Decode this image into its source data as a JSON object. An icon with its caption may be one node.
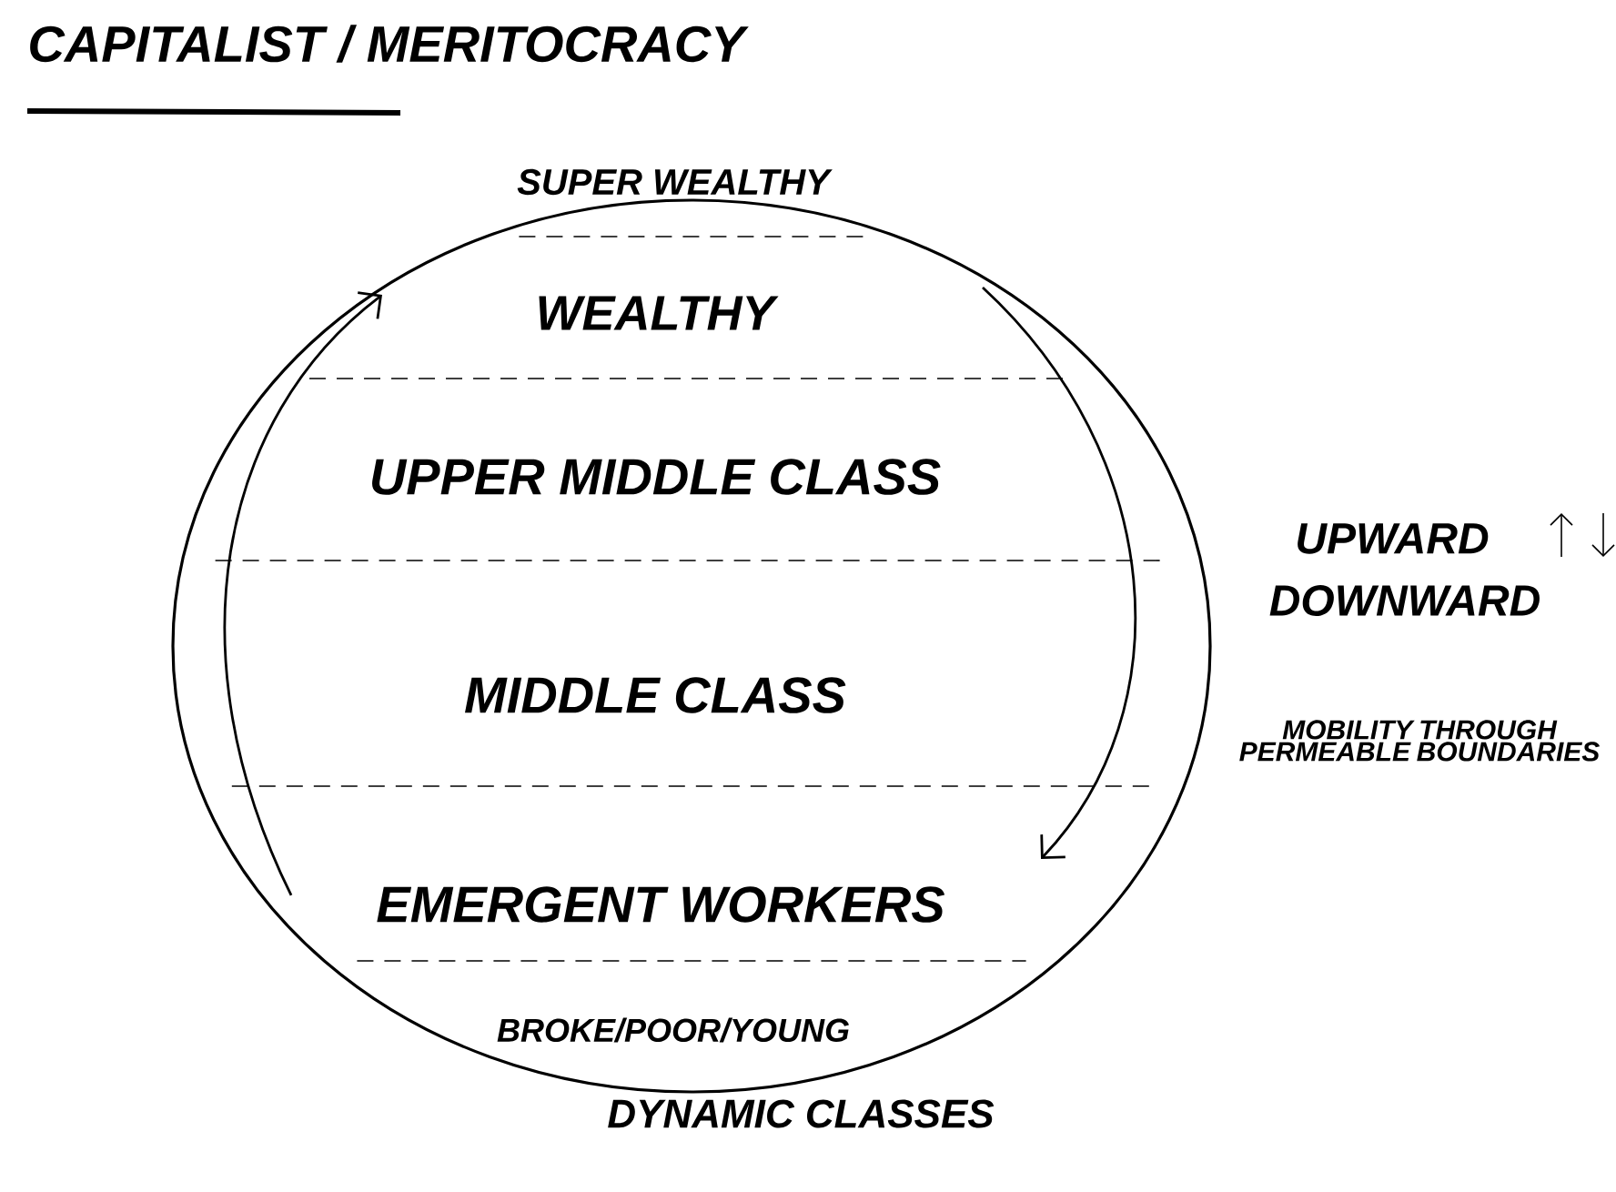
{
  "diagram": {
    "title": "CAPITALIST / MERITOCRACY",
    "caption": "DYNAMIC CLASSES",
    "labels": [
      "SUPER WEALTHY",
      "WEALTHY",
      "UPPER MIDDLE CLASS",
      "UPWARD",
      "DOWNWARD",
      "MIDDLE CLASS",
      "MOBILITY THROUGH PERMEABLE BOUNDARIES",
      "EMERGENT WORKERS",
      "BROKE/POOR/YOUNG"
    ]
  }
}
